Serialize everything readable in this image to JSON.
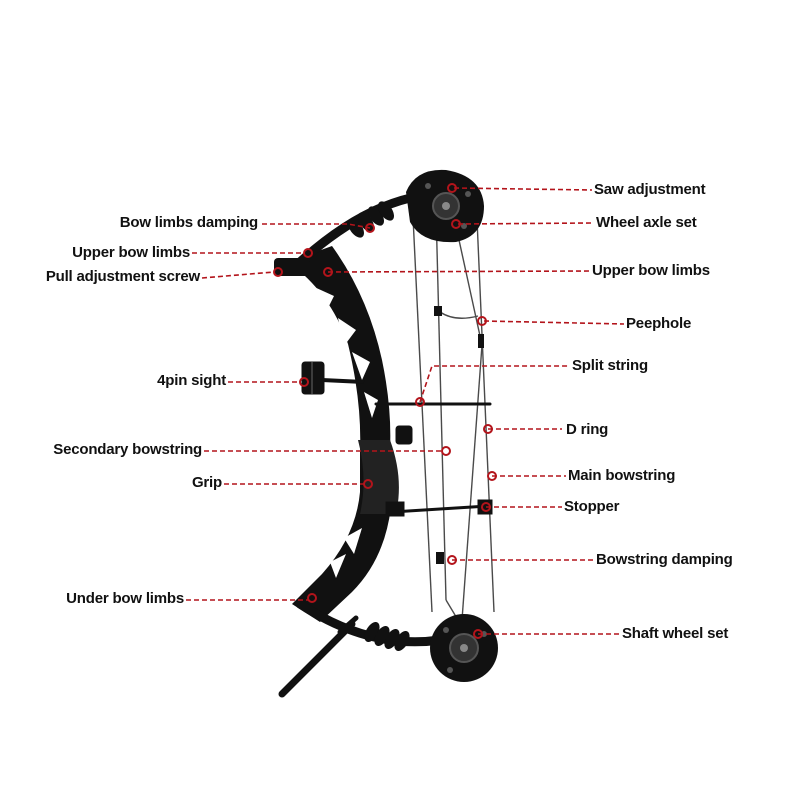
{
  "colors": {
    "leader": "#b3141b",
    "bow": "#111111",
    "string": "#4a4a4a",
    "label": "#111111",
    "background": "#ffffff"
  },
  "labels": {
    "left": [
      {
        "id": "bow-limbs-damping",
        "text": "Bow limbs damping"
      },
      {
        "id": "upper-bow-limbs-left",
        "text": "Upper bow limbs"
      },
      {
        "id": "pull-adjustment-screw",
        "text": "Pull adjustment screw"
      },
      {
        "id": "4pin-sight",
        "text": "4pin sight"
      },
      {
        "id": "secondary-bowstring",
        "text": "Secondary bowstring"
      },
      {
        "id": "grip",
        "text": "Grip"
      },
      {
        "id": "under-bow-limbs",
        "text": "Under bow limbs"
      }
    ],
    "right": [
      {
        "id": "saw-adjustment",
        "text": "Saw adjustment"
      },
      {
        "id": "wheel-axle-set",
        "text": "Wheel axle set"
      },
      {
        "id": "upper-bow-limbs-right",
        "text": "Upper bow limbs"
      },
      {
        "id": "peephole",
        "text": "Peephole"
      },
      {
        "id": "split-string",
        "text": "Split string"
      },
      {
        "id": "d-ring",
        "text": "D ring"
      },
      {
        "id": "main-bowstring",
        "text": "Main bowstring"
      },
      {
        "id": "stopper",
        "text": "Stopper"
      },
      {
        "id": "bowstring-damping",
        "text": "Bowstring damping"
      },
      {
        "id": "shaft-wheel-set",
        "text": "Shaft wheel set"
      }
    ]
  }
}
